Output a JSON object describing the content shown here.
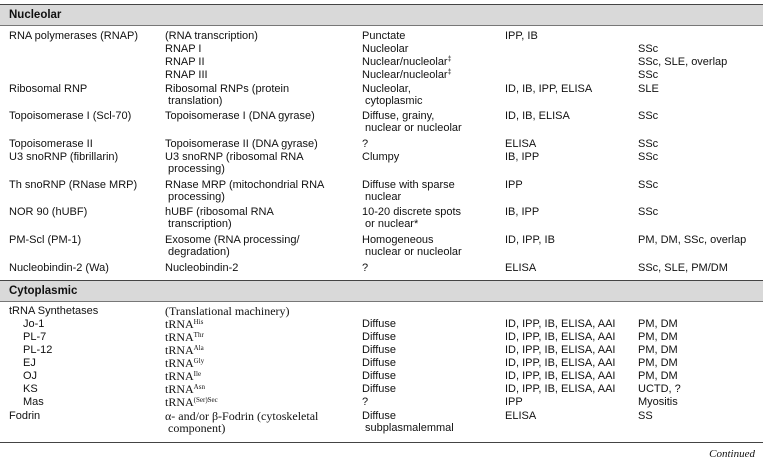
{
  "sections": [
    {
      "title": "Nucleolar",
      "rows": [
        {
          "c1": "RNA polymerases (RNAP)",
          "c2": "(RNA transcription)",
          "c3": "Punctate",
          "c4": "IPP, IB",
          "c5": ""
        },
        {
          "c1": "",
          "c2": "RNAP I",
          "c3": "Nucleolar",
          "c4": "",
          "c5": "SSc"
        },
        {
          "c1": "",
          "c2": "RNAP II",
          "c3": "Nuclear/nucleolar",
          "c3sup": "‡",
          "c4": "",
          "c5": "SSc, SLE, overlap"
        },
        {
          "c1": "",
          "c2": "RNAP III",
          "c3": "Nuclear/nucleolar",
          "c3sup": "‡",
          "c4": "",
          "c5": "SSc"
        },
        {
          "c1": "Ribosomal RNP",
          "c2": "Ribosomal RNPs (protein\n translation)",
          "c3": "Nucleolar,\n cytoplasmic",
          "c4": "ID, IB, IPP, ELISA",
          "c5": "SLE"
        },
        {
          "c1": "Topoisomerase I (Scl-70)",
          "c2": "Topoisomerase I (DNA gyrase)",
          "c3": "Diffuse, grainy,\n nuclear or nucleolar",
          "c4": "ID, IB, ELISA",
          "c5": "SSc"
        },
        {
          "c1": "Topoisomerase II",
          "c2": "Topoisomerase II (DNA gyrase)",
          "c3": "?",
          "c4": "ELISA",
          "c5": "SSc"
        },
        {
          "c1": "U3 snoRNP (fibrillarin)",
          "c2": "U3 snoRNP (ribosomal RNA\n processing)",
          "c3": "Clumpy",
          "c4": "IB, IPP",
          "c5": "SSc"
        },
        {
          "c1": "Th snoRNP (RNase MRP)",
          "c2": "RNase MRP (mitochondrial RNA\n processing)",
          "c3": "Diffuse with sparse\n nuclear",
          "c4": "IPP",
          "c5": "SSc"
        },
        {
          "c1": "NOR 90 (hUBF)",
          "c2": "hUBF (ribosomal RNA\n transcription)",
          "c3": "10-20 discrete spots\n or nuclear*",
          "c4": "IB, IPP",
          "c5": "SSc"
        },
        {
          "c1": "PM-Scl (PM-1)",
          "c2": "Exosome (RNA processing/\n degradation)",
          "c3": "Homogeneous\n nuclear or nucleolar",
          "c4": "ID, IPP, IB",
          "c5": "PM, DM, SSc, overlap"
        },
        {
          "c1": "Nucleobindin-2 (Wa)",
          "c2": "Nucleobindin-2",
          "c3": "?",
          "c4": "ELISA",
          "c5": "SSc, SLE, PM/DM"
        }
      ]
    },
    {
      "title": "Cytoplasmic",
      "rows": [
        {
          "c1": "tRNA Synthetases",
          "c2": "(Translational machinery)",
          "c3": "",
          "c4": "",
          "c5": ""
        },
        {
          "c1": "Jo-1",
          "indent": true,
          "c2": "tRNA",
          "c2sup": "His",
          "c3": "Diffuse",
          "c4": "ID, IPP, IB, ELISA, AAI",
          "c5": "PM, DM"
        },
        {
          "c1": "PL-7",
          "indent": true,
          "c2": "tRNA",
          "c2sup": "Thr",
          "c3": "Diffuse",
          "c4": "ID, IPP, IB, ELISA, AAI",
          "c5": "PM, DM"
        },
        {
          "c1": "PL-12",
          "indent": true,
          "c2": "tRNA",
          "c2sup": "Ala",
          "c3": "Diffuse",
          "c4": "ID, IPP, IB, ELISA, AAI",
          "c5": "PM, DM"
        },
        {
          "c1": "EJ",
          "indent": true,
          "c2": "tRNA",
          "c2sup": "Gly",
          "c3": "Diffuse",
          "c4": "ID, IPP, IB, ELISA, AAI",
          "c5": "PM, DM"
        },
        {
          "c1": "OJ",
          "indent": true,
          "c2": "tRNA",
          "c2sup": "Ile",
          "c3": "Diffuse",
          "c4": "ID, IPP, IB, ELISA, AAI",
          "c5": "PM, DM"
        },
        {
          "c1": "KS",
          "indent": true,
          "c2": "tRNA",
          "c2sup": "Asn",
          "c3": "Diffuse",
          "c4": "ID, IPP, IB, ELISA, AAI",
          "c5": "UCTD, ?"
        },
        {
          "c1": "Mas",
          "indent": true,
          "c2": "tRNA",
          "c2sup": "(Ser)Sec",
          "c3": "?",
          "c4": "IPP",
          "c5": "Myositis"
        },
        {
          "c1": "Fodrin",
          "c2": "α- and/or β-Fodrin (cytoskeletal\n component)",
          "c3": "Diffuse\n subplasmalemmal",
          "c4": "ELISA",
          "c5": "SS"
        }
      ]
    }
  ],
  "footer": {
    "continued": "Continued"
  }
}
